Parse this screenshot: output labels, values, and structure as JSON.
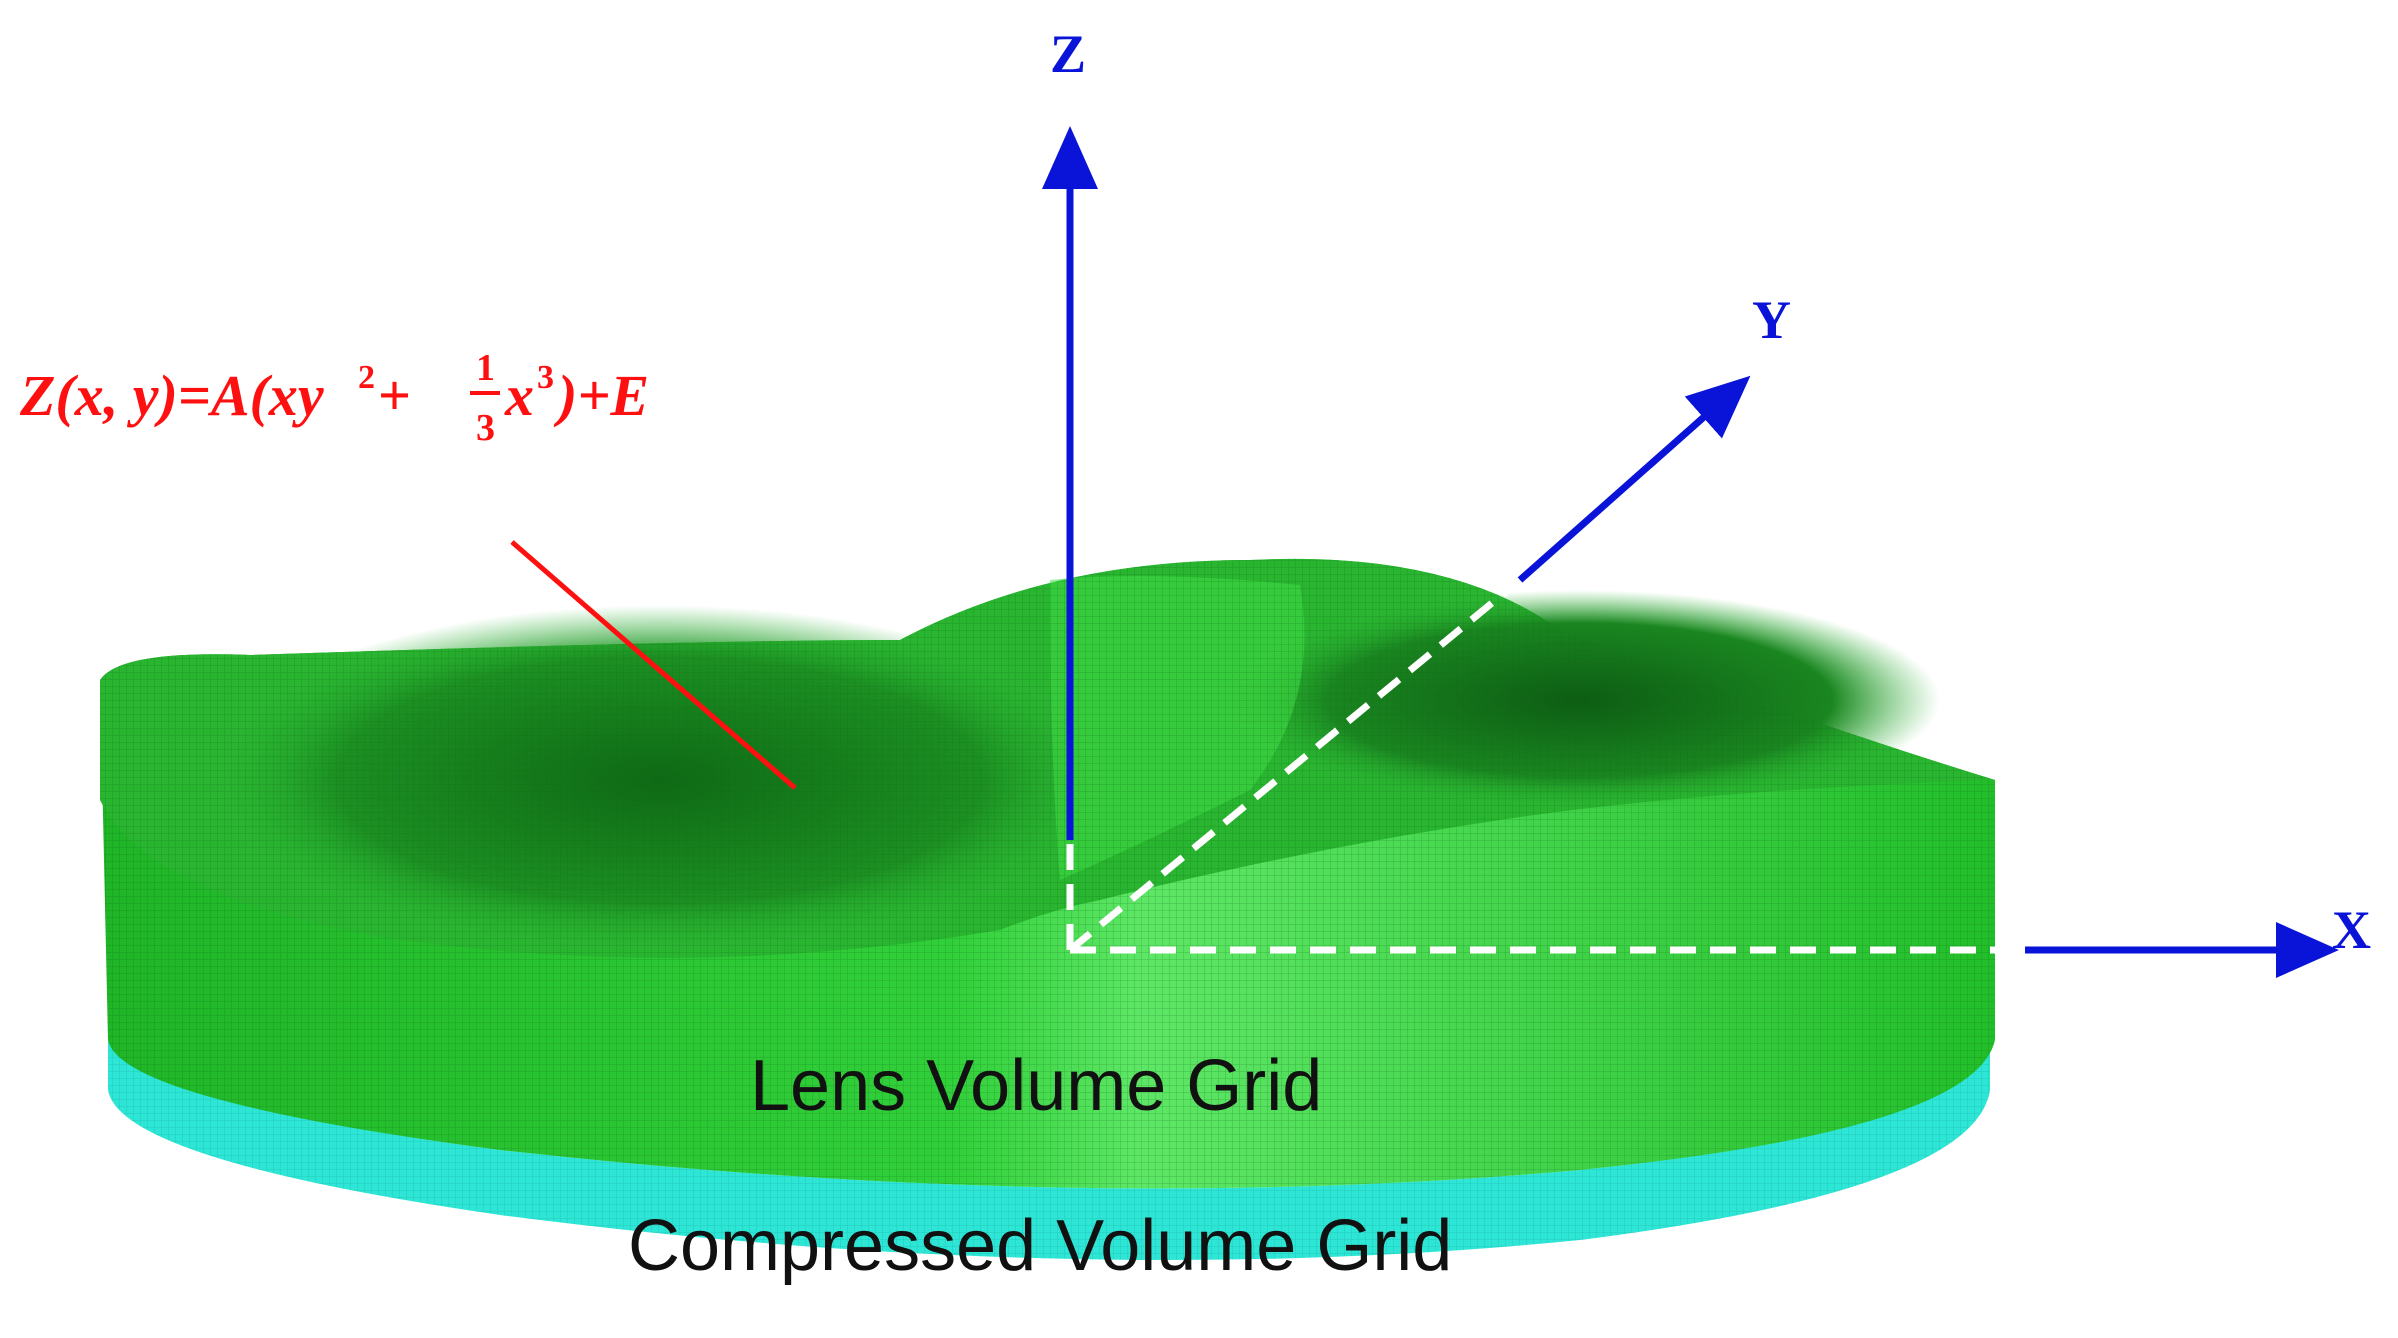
{
  "axes": {
    "x_label": "X",
    "y_label": "Y",
    "z_label": "Z",
    "axis_color": "#0a14d8"
  },
  "formula": {
    "prefix": "Z(x, y)=A(xy",
    "sup1": "2",
    "plus": "+",
    "frac_num": "1",
    "frac_den": "3",
    "x": "x",
    "sup2": "3",
    "suffix": ")+E",
    "color": "#ff1010"
  },
  "layers": {
    "lens_label": "Lens Volume Grid",
    "compressed_label": "Compressed Volume Grid",
    "lens_color": "#22c42a",
    "compressed_color": "#2ee6d6"
  },
  "guide_color": "#ffffff"
}
